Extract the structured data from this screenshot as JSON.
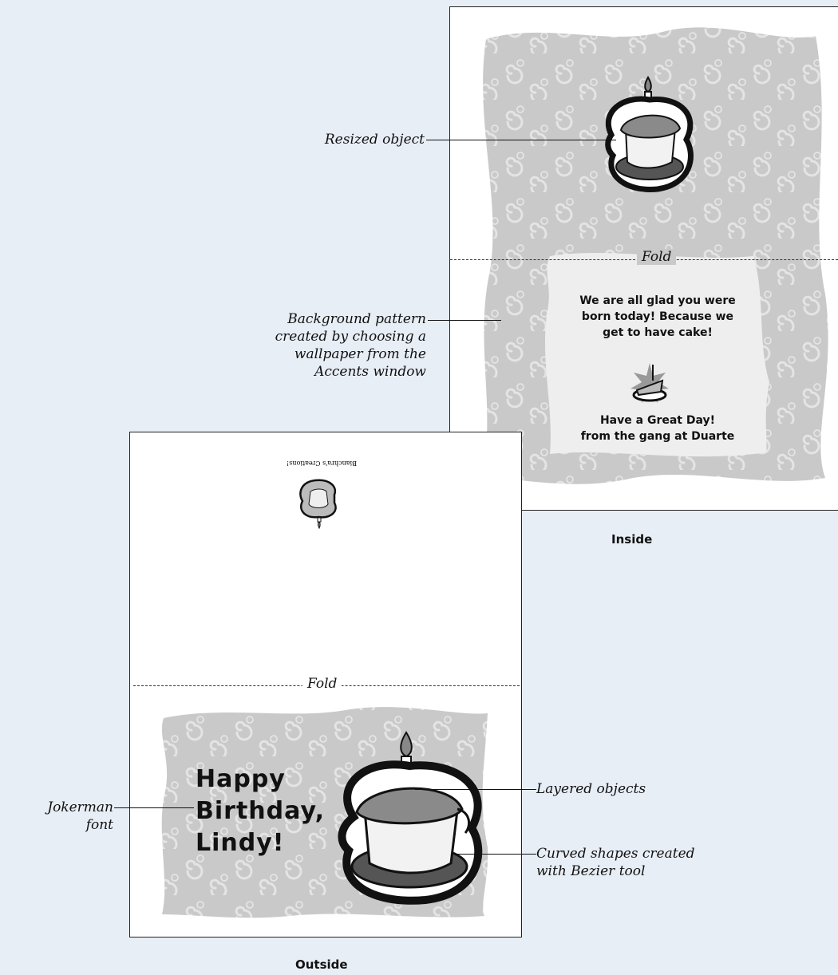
{
  "inside": {
    "label": "Inside",
    "fold_label": "Fold",
    "message_line1": "We are all glad you were",
    "message_line2": "born today! Because we",
    "message_line3": "get to have cake!",
    "closing_line1": "Have a Great Day!",
    "closing_line2": "from the gang at Duarte"
  },
  "outside": {
    "label": "Outside",
    "fold_label": "Fold",
    "back_credit": "Bianchra's Creations!",
    "greeting_line1": "Happy",
    "greeting_line2": "Birthday,",
    "greeting_line3": "Lindy!"
  },
  "callouts": {
    "resized_object": "Resized object",
    "background_pattern_line1": "Background pattern",
    "background_pattern_line2": "created by choosing a",
    "background_pattern_line3": "wallpaper from the",
    "background_pattern_line4": "Accents window",
    "layered_objects": "Layered objects",
    "curved_shapes_line1": "Curved shapes created",
    "curved_shapes_line2": "with Bezier tool",
    "jokerman_line1": "Jokerman",
    "jokerman_line2": "font"
  },
  "colors": {
    "page_background": "#e8eef6",
    "pattern_fill": "#c9c9c9",
    "swirl": "#e6e6e6",
    "panel_light": "#eeeeee"
  }
}
